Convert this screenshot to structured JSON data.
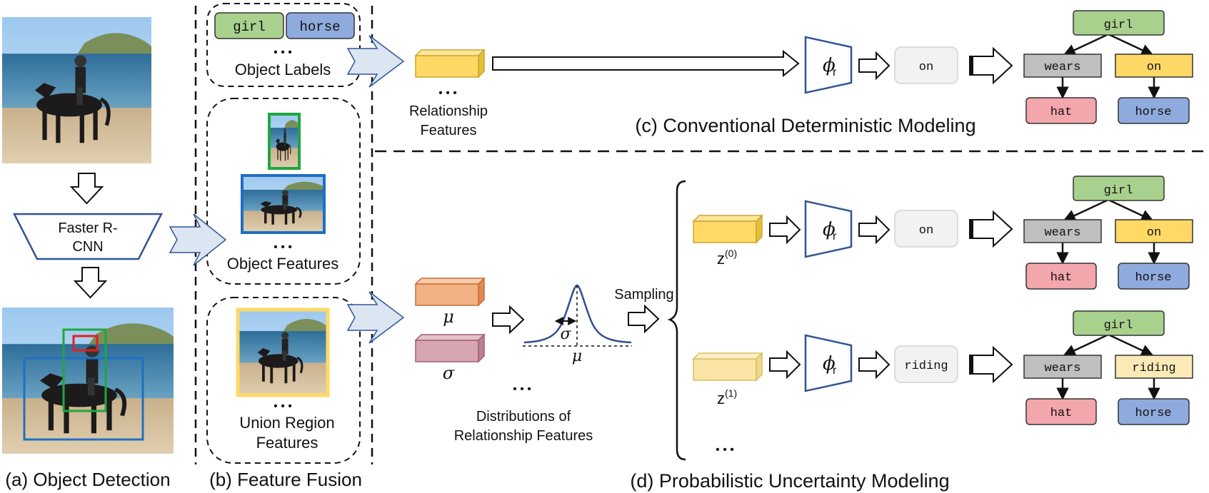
{
  "panels": {
    "a": "(a) Object Detection",
    "b": "(b) Feature Fusion",
    "c": "(c) Conventional Deterministic Modeling",
    "d": "(d) Probabilistic Uncertainty Modeling"
  },
  "detector": {
    "line1": "Faster R-",
    "line2": "CNN"
  },
  "fusion": {
    "label_chips": [
      "girl",
      "horse"
    ],
    "ellipsis": "• • •",
    "object_labels": "Object Labels",
    "object_features": "Object Features",
    "union_line1": "Union Region",
    "union_line2": "Features"
  },
  "relationship": {
    "line1": "Relationship",
    "line2": "Features"
  },
  "distributions": {
    "mu": "μ",
    "sigma": "σ",
    "line1": "Distributions of",
    "line2": "Relationship Features",
    "sampling": "Sampling"
  },
  "classifier": {
    "phi": "ϕ",
    "sub": "r"
  },
  "samples": [
    {
      "z": "z",
      "sup": "(0)",
      "predicate": "on"
    },
    {
      "z": "z",
      "sup": "(1)",
      "predicate": "riding"
    }
  ],
  "conventional_predicate": "on",
  "graphs": {
    "top": {
      "root": "girl",
      "left": "wears",
      "right": "on",
      "left_child": "hat",
      "right_child": "horse"
    },
    "mid": {
      "root": "girl",
      "left": "wears",
      "right": "on",
      "left_child": "hat",
      "right_child": "horse"
    },
    "bot": {
      "root": "girl",
      "left": "wears",
      "right": "riding",
      "left_child": "hat",
      "right_child": "horse"
    }
  },
  "colors": {
    "girl": "#a9d18e",
    "horse": "#8faadc",
    "hat": "#f4a6ad",
    "wears": "#bfbfbf",
    "on": "#ffd966",
    "riding": "#fbe9b7",
    "rel_feature": "#ffd966",
    "mu_feature": "#f4b183",
    "sigma_feature": "#d5a6b1",
    "z1_feature": "#fbe5a6",
    "fat_arrow": "#dce6f2",
    "phi_border": "#2f5597",
    "curve": "#2f4f8f"
  }
}
